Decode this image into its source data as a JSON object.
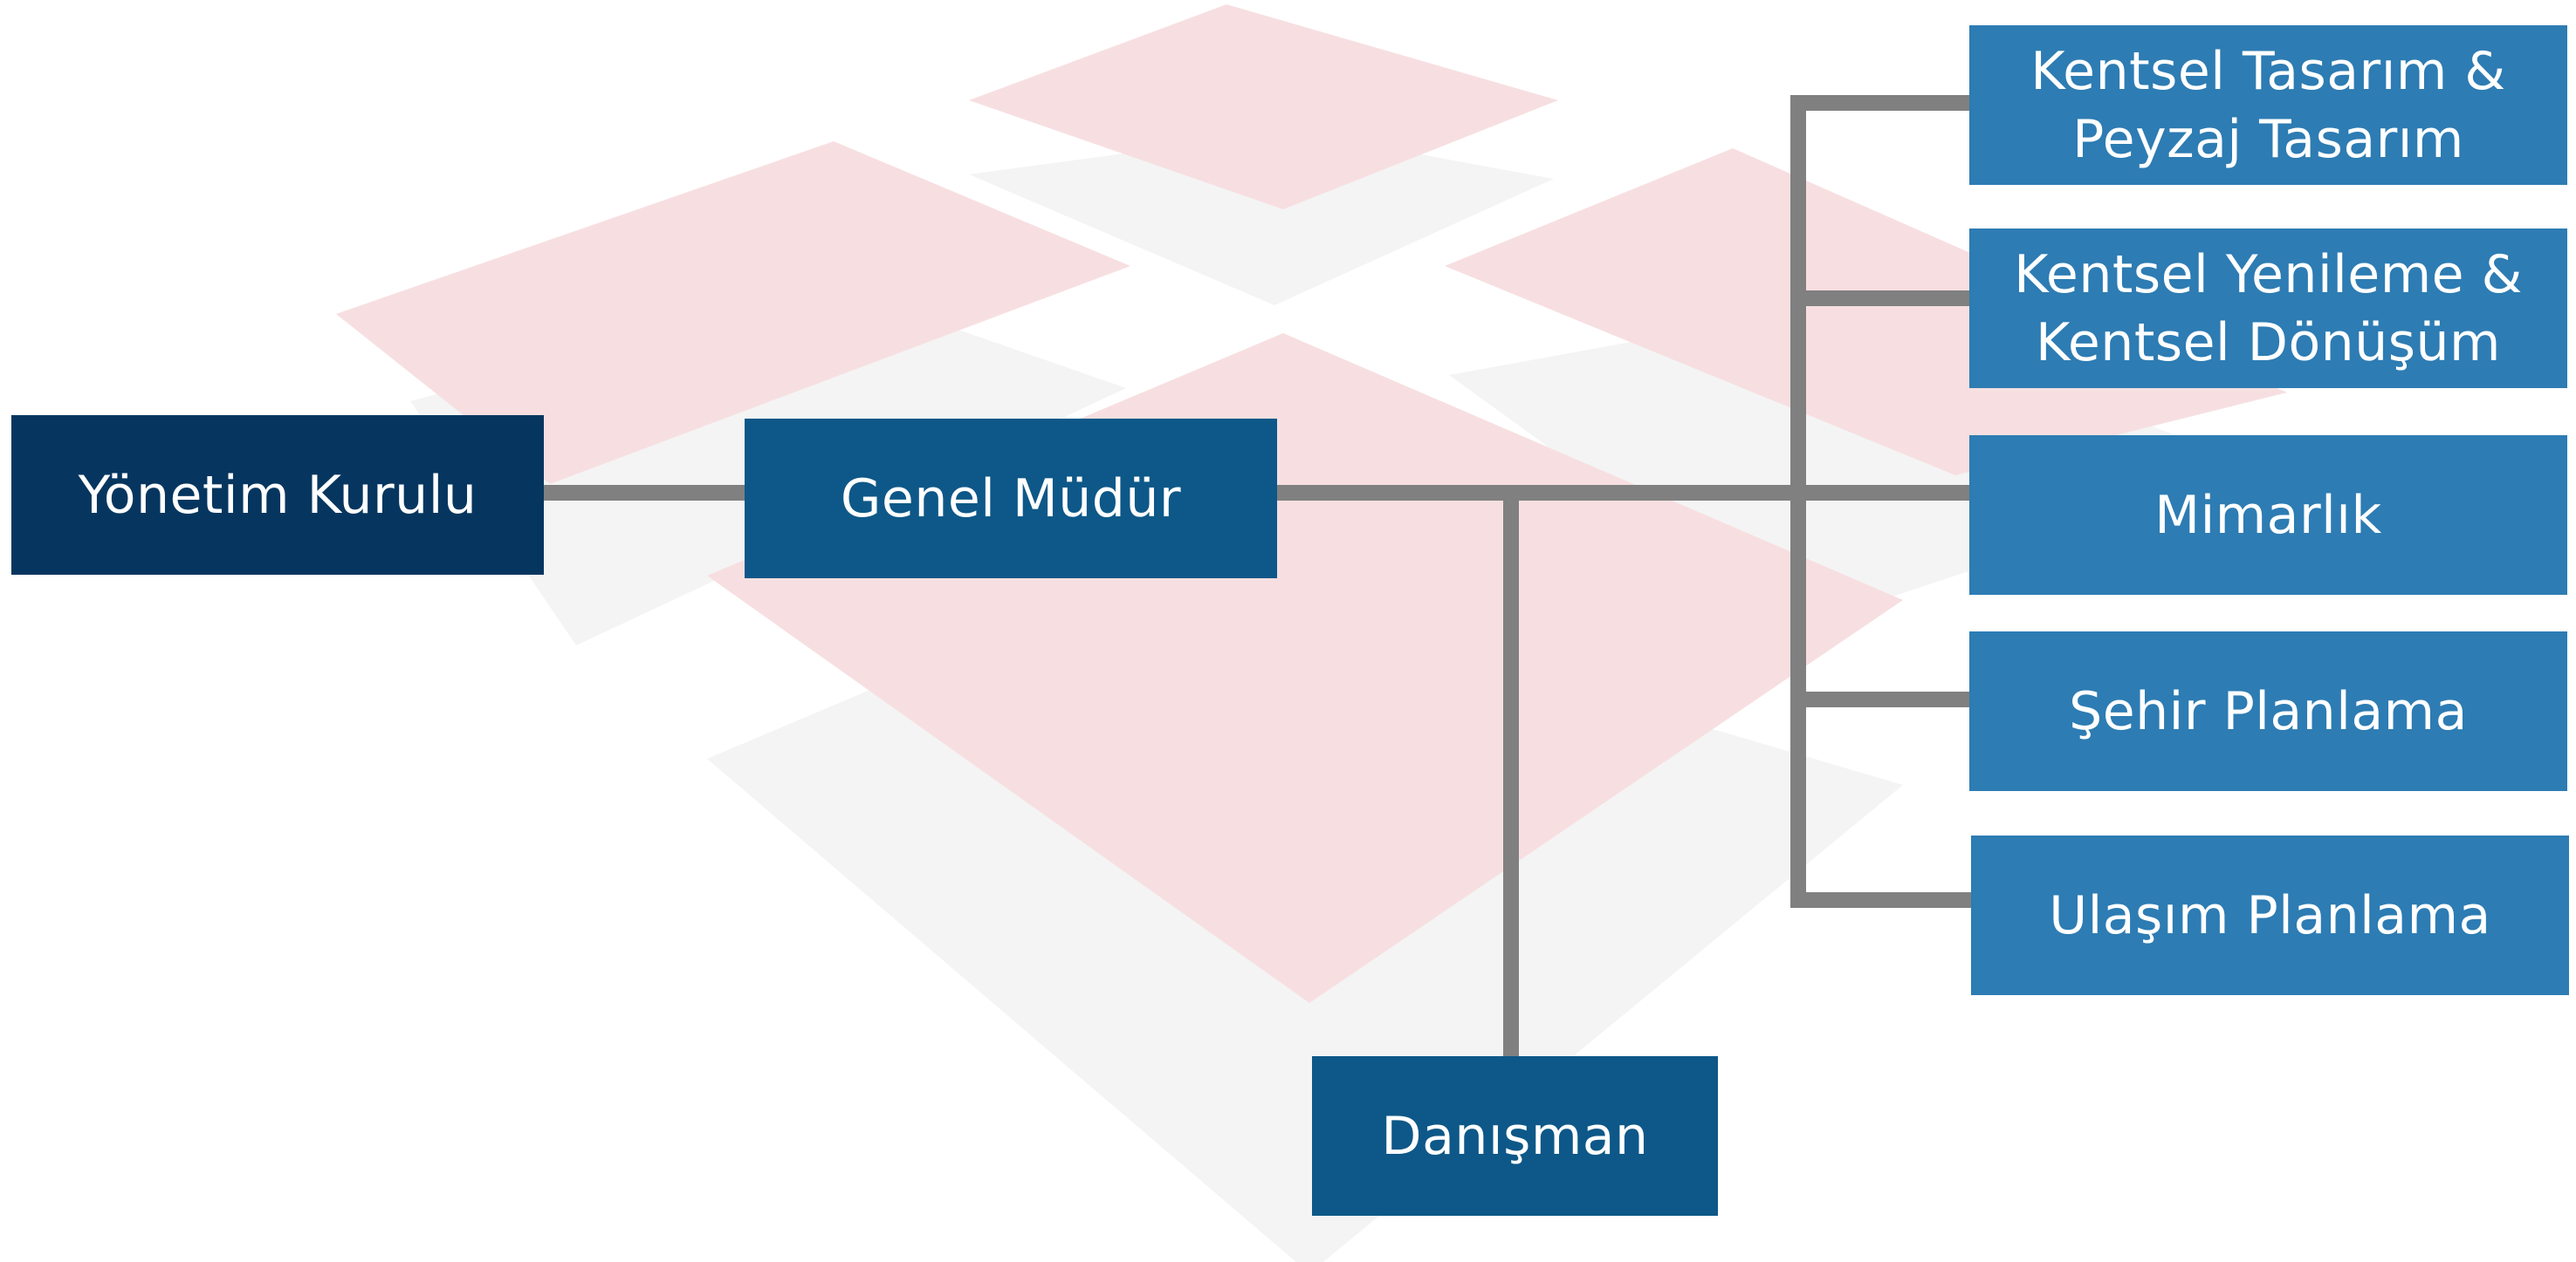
{
  "diagram": {
    "type": "org-chart",
    "colors": {
      "board": "#06365f",
      "manager": "#0d5888",
      "department": "#2d7cb3",
      "connector": "#808080",
      "background_tile_pink": "#f7dfe1",
      "background_tile_gray": "#f4f4f4"
    },
    "nodes": {
      "board": "Yönetim Kurulu",
      "general_manager": "Genel Müdür",
      "advisor": "Danışman",
      "departments": [
        "Kentsel Tasarım &\nPeyzaj Tasarım",
        "Kentsel Yenileme &\nKentsel Dönüşüm",
        "Mimarlık",
        "Şehir Planlama",
        "Ulaşım Planlama"
      ]
    },
    "edges": [
      [
        "board",
        "general_manager"
      ],
      [
        "general_manager",
        "advisor"
      ],
      [
        "general_manager",
        "departments.0"
      ],
      [
        "general_manager",
        "departments.1"
      ],
      [
        "general_manager",
        "departments.2"
      ],
      [
        "general_manager",
        "departments.3"
      ],
      [
        "general_manager",
        "departments.4"
      ]
    ]
  }
}
